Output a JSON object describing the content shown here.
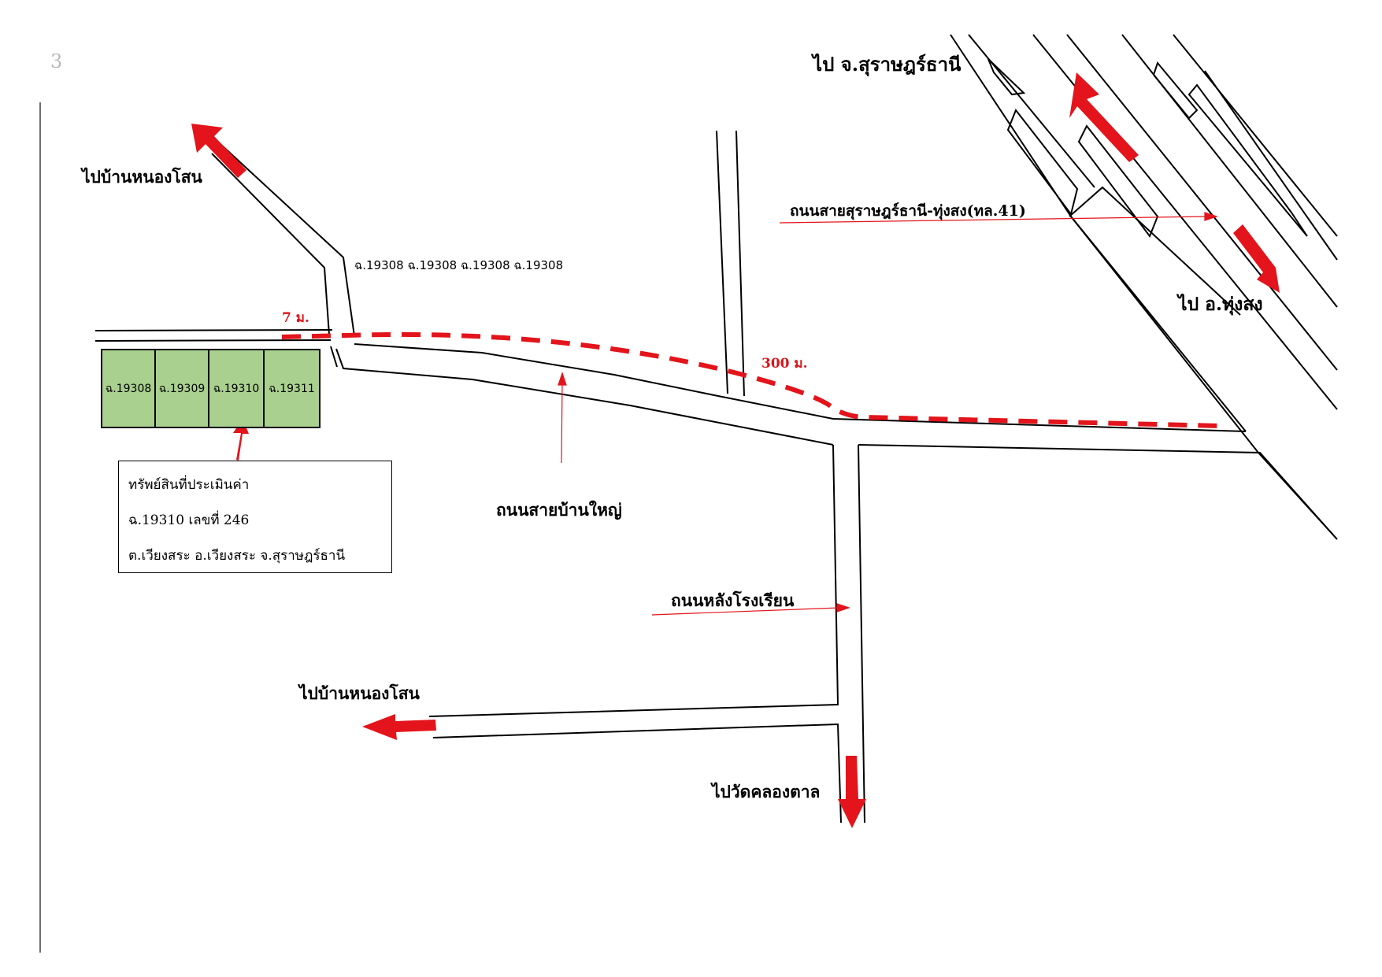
{
  "scan_mark": "3",
  "roads": {
    "highway_41": "ถนนสายสุราษฎร์ธานี-ทุ่งสง(ทล.41)",
    "main_road": "ถนนสายบ้านใหญ่",
    "school_road": "ถนนหลังโรงเรียน"
  },
  "directions": {
    "to_surat": "ไป จ.สุราษฎร์ธานี",
    "to_thungsong": "ไป อ.ทุ่งสง",
    "to_nongsano_top": "ไปบ้านหนองโสน",
    "to_nongsano_bottom": "ไปบ้านหนองโสน",
    "to_wat_khlongtan": "ไปวัดคลองตาล"
  },
  "distances": {
    "lane_width": "7 ม.",
    "to_highway": "300 ม."
  },
  "parcel_label_row": "ฉ.19308 ฉ.19308 ฉ.19308 ฉ.19308",
  "plots": [
    "ฉ.19308",
    "ฉ.19309",
    "ฉ.19310",
    "ฉ.19311"
  ],
  "subject_plot": "ฉ.19310",
  "info_box": {
    "line1": "ทรัพย์สินที่ประเมินค่า",
    "line2": "ฉ.19310 เลขที่ 246",
    "line3": "ต.เวียงสระ อ.เวียงสระ จ.สุราษฎร์ธานี"
  },
  "colors": {
    "route": "#e3141b",
    "plot_fill": "#a9d08e",
    "road_line": "#000000"
  }
}
